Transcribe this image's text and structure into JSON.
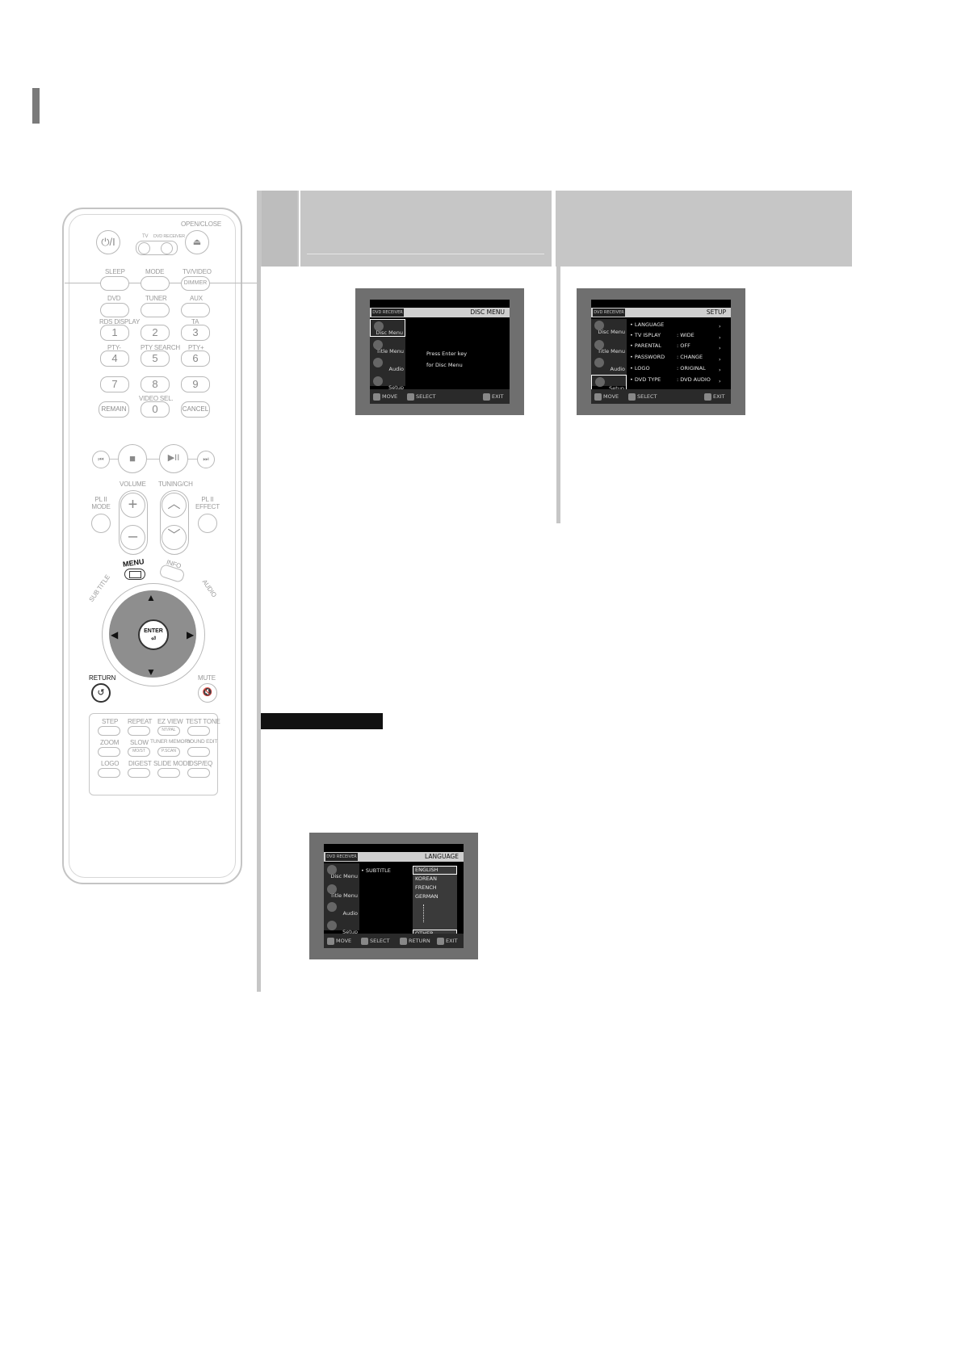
{
  "remote": {
    "buttons": {
      "power": "⏻/I",
      "tv": "TV",
      "dvd_receiver": "DVD RECEIVER",
      "open_close": "OPEN/CLOSE",
      "sleep": "SLEEP",
      "mode": "MODE",
      "tv_video": "TV/VIDEO",
      "dimmer": "DIMMER",
      "dvd": "DVD",
      "tuner": "TUNER",
      "aux": "AUX",
      "rds_display": "RDS DISPLAY",
      "ta": "TA",
      "pty_minus": "PTY-",
      "pty_search": "PTY SEARCH",
      "pty_plus": "PTY+",
      "video_sel": "VIDEO SEL.",
      "remain": "REMAIN",
      "cancel": "CANCEL",
      "volume": "VOLUME",
      "tuning_ch": "TUNING/CH",
      "pl2_mode": "PL II MODE",
      "pl2_effect": "PL II EFFECT",
      "menu": "MENU",
      "info": "INFO",
      "sub_title": "SUB TITLE",
      "audio": "AUDIO",
      "enter": "ENTER",
      "return": "RETURN",
      "mute": "MUTE",
      "step": "STEP",
      "repeat": "REPEAT",
      "ez_view": "EZ VIEW",
      "ntsc_pal": "NT/PAL",
      "test_tone": "TEST TONE",
      "zoom": "ZOOM",
      "slow": "SLOW",
      "mo_st": "MO/ST",
      "tuner_memory": "TUNER MEMORY",
      "p_scan": "P.SCAN",
      "sound_edit": "SOUND EDIT",
      "logo": "LOGO",
      "digest": "DIGEST",
      "slide_mode": "SLIDE MODE",
      "disp_eq": "DSP/EQ"
    },
    "digits": [
      "1",
      "2",
      "3",
      "4",
      "5",
      "6",
      "7",
      "8",
      "9",
      "0"
    ]
  },
  "screens": {
    "disc_menu": {
      "brand": "DVD RECEIVER",
      "title": "DISC MENU",
      "sidebar": [
        "Disc Menu",
        "Title Menu",
        "Audio",
        "Setup"
      ],
      "message_line1": "Press Enter key",
      "message_line2": "for Disc Menu",
      "footer": [
        "MOVE",
        "SELECT",
        "EXIT"
      ]
    },
    "setup": {
      "brand": "DVD RECEIVER",
      "title": "SETUP",
      "sidebar": [
        "Disc Menu",
        "Title Menu",
        "Audio",
        "Setup"
      ],
      "rows": [
        {
          "label": "LANGUAGE",
          "value": ""
        },
        {
          "label": "TV  ISPLAY",
          "value": "WIDE"
        },
        {
          "label": "PARENTAL",
          "value": "OFF"
        },
        {
          "label": "PASSWORD",
          "value": "CHANGE"
        },
        {
          "label": "LOGO",
          "value": "ORIGINAL"
        },
        {
          "label": "DVD TYPE",
          "value": "DVD AUDIO"
        }
      ],
      "footer": [
        "MOVE",
        "SELECT",
        "EXIT"
      ]
    },
    "language": {
      "brand": "DVD RECEIVER",
      "title": "LANGUAGE",
      "sidebar": [
        "Disc Menu",
        "Title Menu",
        "Audio",
        "Setup"
      ],
      "item": "SUBTITLE",
      "options": [
        "ENGLISH",
        "KOREAN",
        "FRENCH",
        "GERMAN"
      ],
      "other": "OTHER",
      "footer": [
        "MOVE",
        "SELECT",
        "RETURN",
        "EXIT"
      ]
    }
  }
}
